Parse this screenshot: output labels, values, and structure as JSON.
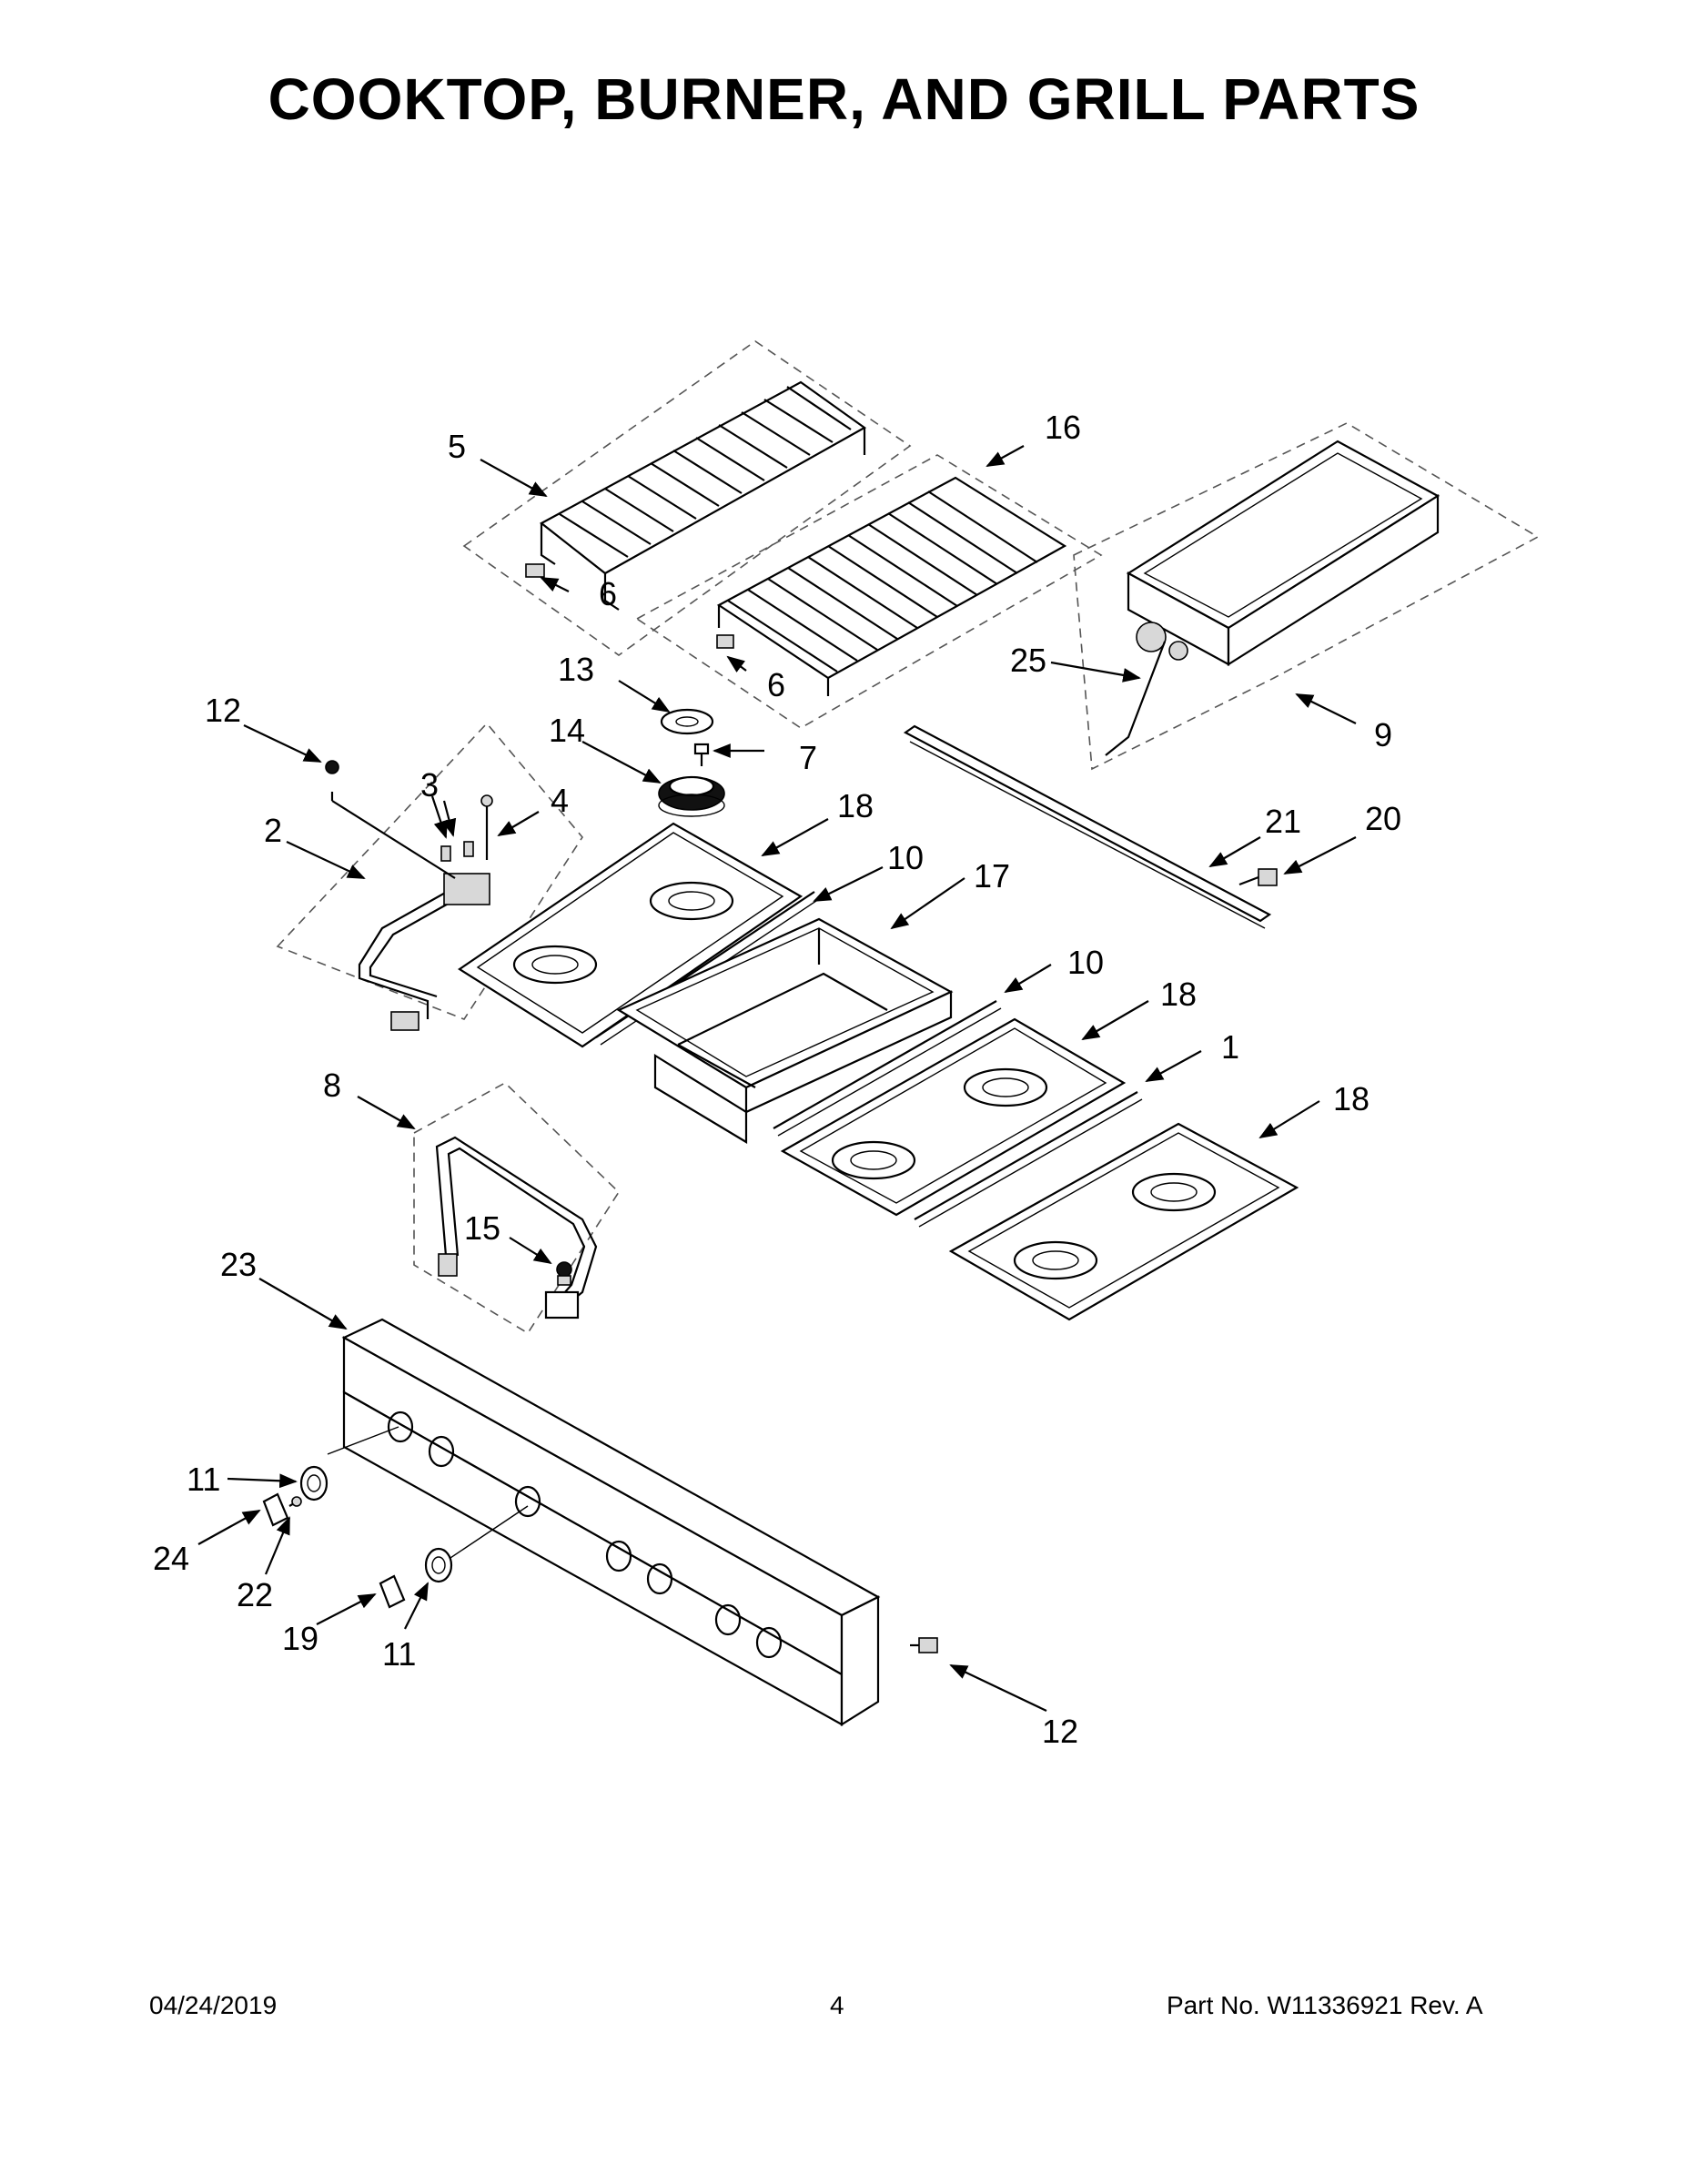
{
  "title": "COOKTOP, BURNER, AND GRILL PARTS",
  "callouts": [
    {
      "id": "c1",
      "text": "1"
    },
    {
      "id": "c2",
      "text": "2"
    },
    {
      "id": "c3",
      "text": "3"
    },
    {
      "id": "c4",
      "text": "4"
    },
    {
      "id": "c5",
      "text": "5"
    },
    {
      "id": "c6a",
      "text": "6"
    },
    {
      "id": "c6b",
      "text": "6"
    },
    {
      "id": "c7",
      "text": "7"
    },
    {
      "id": "c8",
      "text": "8"
    },
    {
      "id": "c9",
      "text": "9"
    },
    {
      "id": "c10a",
      "text": "10"
    },
    {
      "id": "c10b",
      "text": "10"
    },
    {
      "id": "c11a",
      "text": "11"
    },
    {
      "id": "c11b",
      "text": "11"
    },
    {
      "id": "c12a",
      "text": "12"
    },
    {
      "id": "c12b",
      "text": "12"
    },
    {
      "id": "c13",
      "text": "13"
    },
    {
      "id": "c14",
      "text": "14"
    },
    {
      "id": "c15",
      "text": "15"
    },
    {
      "id": "c16",
      "text": "16"
    },
    {
      "id": "c17",
      "text": "17"
    },
    {
      "id": "c18a",
      "text": "18"
    },
    {
      "id": "c18b",
      "text": "18"
    },
    {
      "id": "c18c",
      "text": "18"
    },
    {
      "id": "c19",
      "text": "19"
    },
    {
      "id": "c20",
      "text": "20"
    },
    {
      "id": "c21",
      "text": "21"
    },
    {
      "id": "c22",
      "text": "22"
    },
    {
      "id": "c23",
      "text": "23"
    },
    {
      "id": "c24",
      "text": "24"
    },
    {
      "id": "c25",
      "text": "25"
    }
  ],
  "footer": {
    "date": "04/24/2019",
    "page": "4",
    "part": "Part No.  W11336921   Rev.  A"
  }
}
